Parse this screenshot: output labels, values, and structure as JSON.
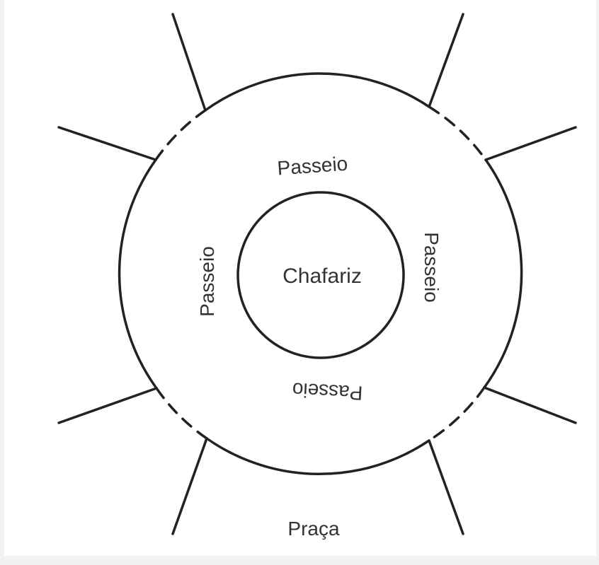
{
  "diagram": {
    "center_label": "Chafariz",
    "walkway_label_top": "Passeio",
    "walkway_label_right": "Passeio",
    "walkway_label_bottom": "Passeio",
    "walkway_label_left": "Passeio",
    "square_label": "Praça",
    "colors": {
      "stroke": "#222222",
      "text": "#333333",
      "background": "#ffffff"
    }
  }
}
